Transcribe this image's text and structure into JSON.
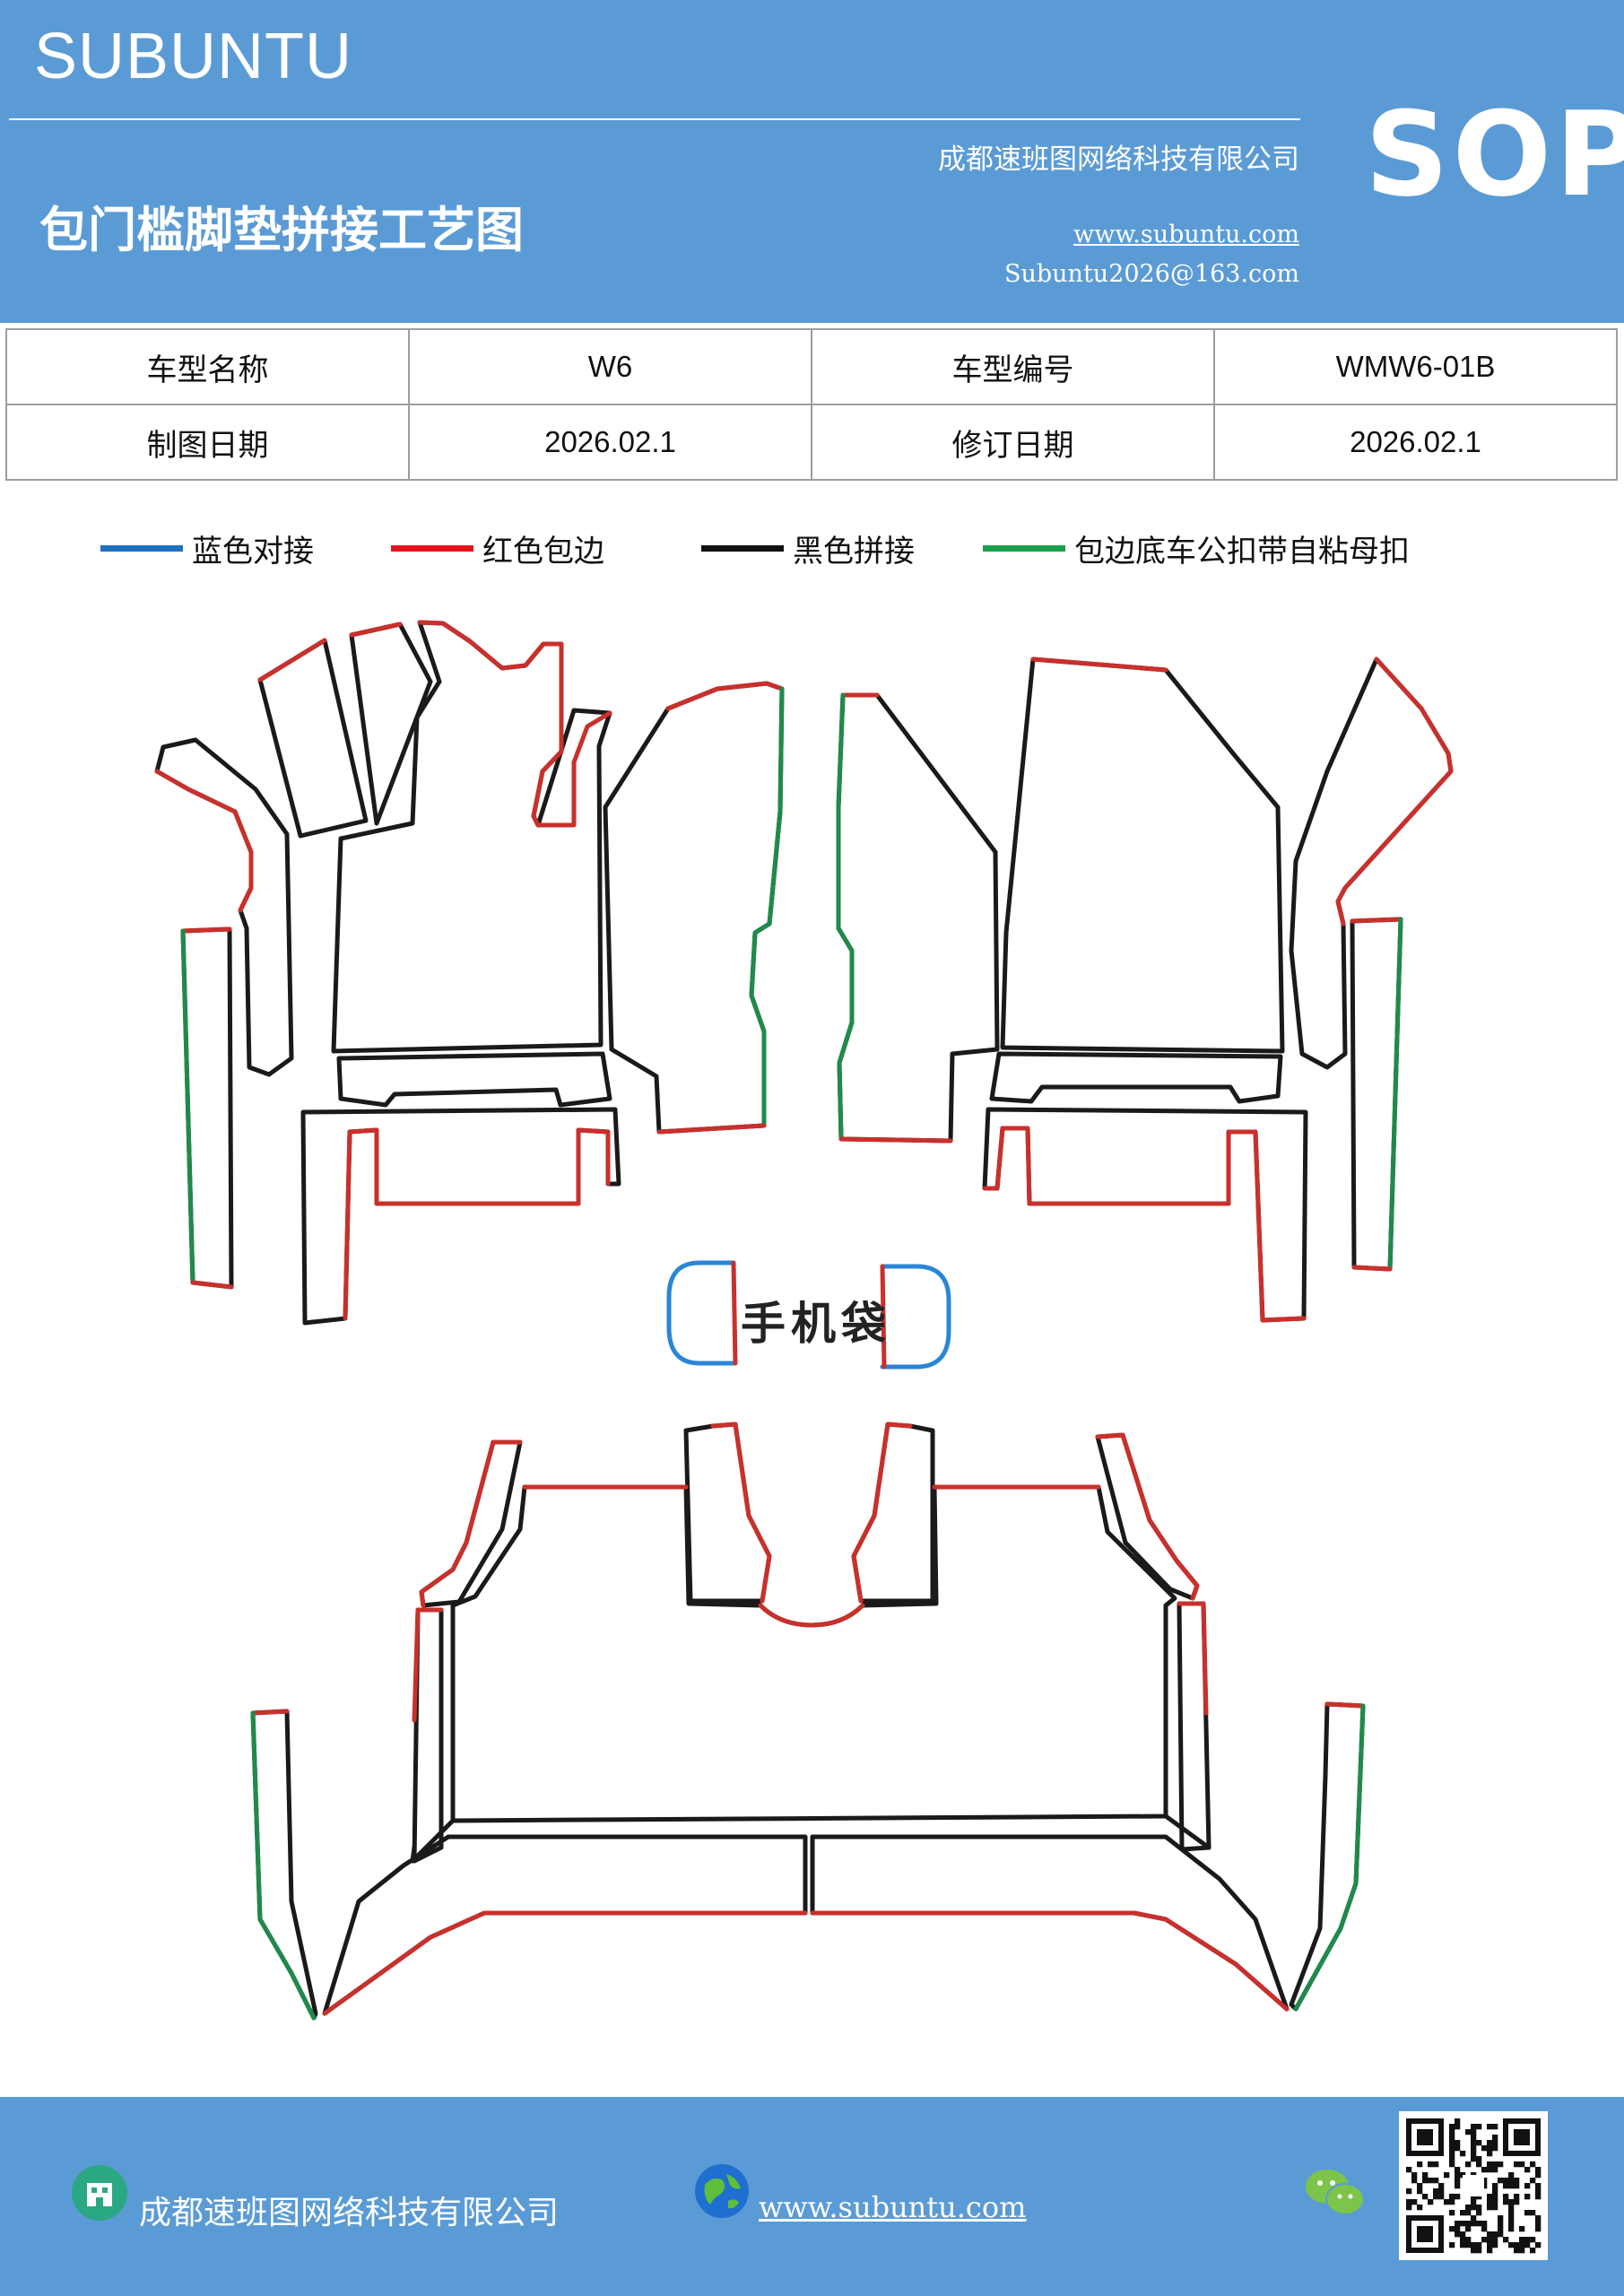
{
  "header": {
    "brand": "SUBUNTU",
    "title": "包门槛脚垫拼接工艺图",
    "company": "成都速班图网络科技有限公司",
    "website": "www.subuntu.com",
    "email": "Subuntu2026@163.com",
    "sop": "SOP"
  },
  "info_table": {
    "rows": [
      [
        "车型名称",
        "W6",
        "车型编号",
        "WMW6-01B"
      ],
      [
        "制图日期",
        "2026.02.1",
        "修订日期",
        "2026.02.1"
      ]
    ]
  },
  "legend": [
    {
      "label": "蓝色对接",
      "color": "#1f6fc0"
    },
    {
      "label": "红色包边",
      "color": "#e8141c"
    },
    {
      "label": "黑色拼接",
      "color": "#111111"
    },
    {
      "label": "包边底车公扣带自粘母扣",
      "color": "#1a9e4b"
    }
  ],
  "drawing": {
    "pouch_label": "手机袋",
    "colors": {
      "blue": "#2a86d6",
      "red": "#c9302c",
      "black": "#1a1a1a",
      "green": "#1f8a4c"
    }
  },
  "footer": {
    "company": "成都速班图网络科技有限公司",
    "website": "www.subuntu.com",
    "building_icon": "building-icon",
    "globe_icon": "globe-icon",
    "wechat_icon": "wechat-icon",
    "qr": "qr-code"
  }
}
